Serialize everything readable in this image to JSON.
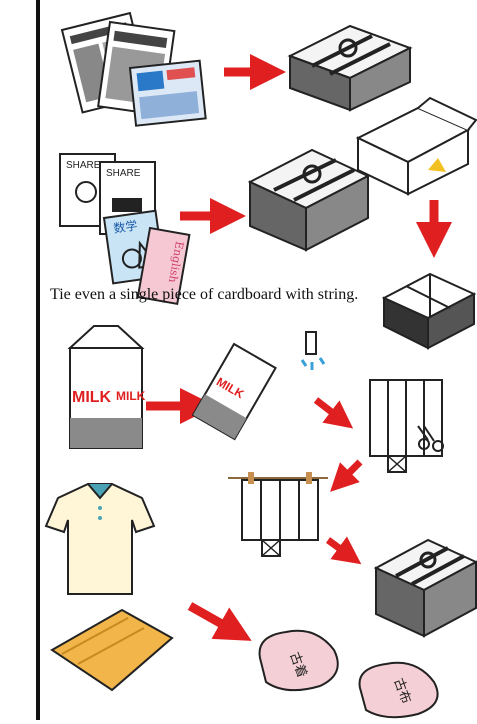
{
  "caption": "Tie even a single piece of cardboard with string.",
  "labels": {
    "share_1": "SHARE",
    "share_2": "SHARE",
    "math_book": "数学",
    "english_book": "English",
    "milk_carton_front": "MILK",
    "milk_carton_side": "MILK",
    "milk_cut": "MILK",
    "bag_1": "古着",
    "bag_2": "古布"
  },
  "colors": {
    "arrow": "#e02020",
    "outline": "#222222",
    "shirt": "#fff6d8",
    "collar": "#4aa3b5",
    "cloth": "#f2b54a",
    "bag": "#f4d0d6"
  }
}
